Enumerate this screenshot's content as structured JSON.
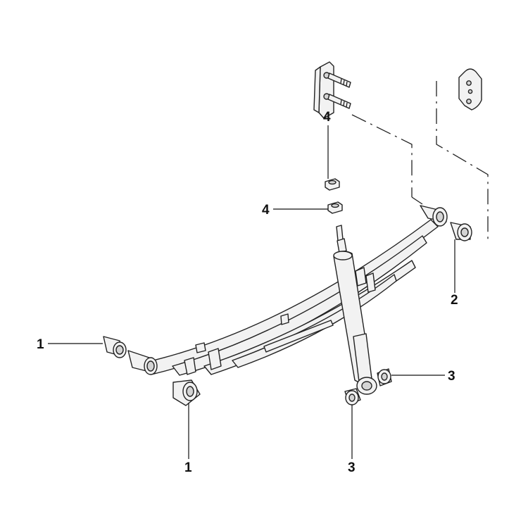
{
  "diagram": {
    "callouts": [
      {
        "id": "c1a",
        "label": "1"
      },
      {
        "id": "c1b",
        "label": "1"
      },
      {
        "id": "c2",
        "label": "2"
      },
      {
        "id": "c3a",
        "label": "3"
      },
      {
        "id": "c3b",
        "label": "3"
      },
      {
        "id": "c4a",
        "label": "4"
      },
      {
        "id": "c4b",
        "label": "4"
      }
    ]
  }
}
